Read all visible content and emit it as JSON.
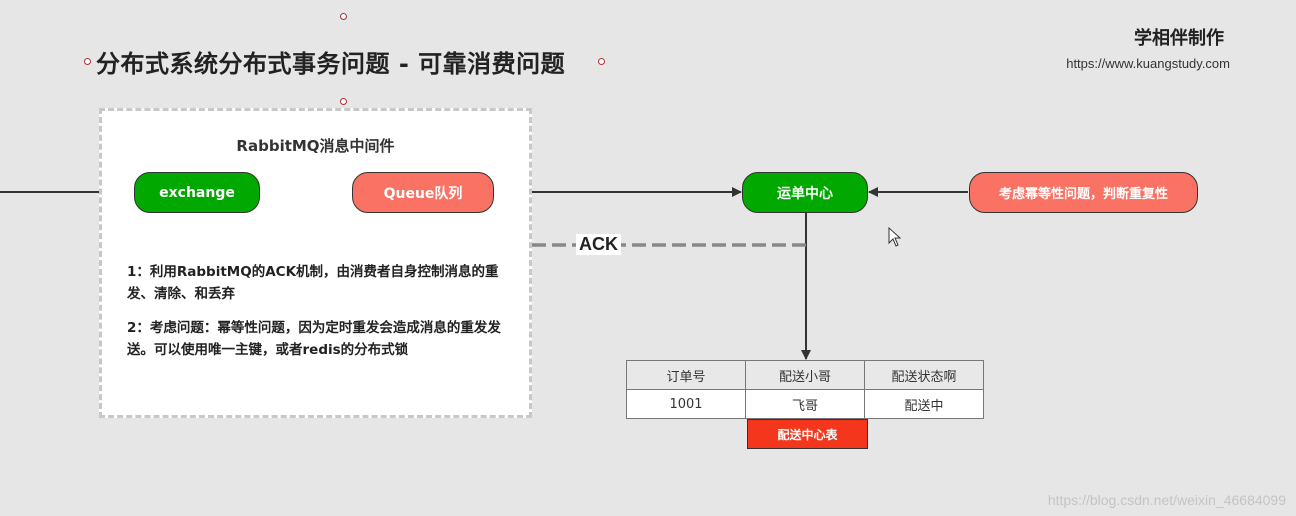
{
  "title": "分布式系统分布式事务问题 - 可靠消费问题",
  "brand": {
    "name": "学相伴制作",
    "url": "https://www.kuangstudy.com"
  },
  "container": {
    "title": "RabbitMQ消息中间件",
    "notes": [
      "1：利用RabbitMQ的ACK机制，由消费者自身控制消息的重发、清除、和丢弃",
      "2：考虑问题：幂等性问题，因为定时重发会造成消息的重发发送。可以使用唯一主键，或者redis的分布式锁"
    ]
  },
  "nodes": {
    "exchange": "exchange",
    "queue": "Queue队列",
    "dispatch": "运单中心",
    "idempotent": "考虑幂等性问题，判断重复性"
  },
  "ack_label": "ACK",
  "table": {
    "headers": [
      "订单号",
      "配送小哥",
      "配送状态啊"
    ],
    "rows": [
      [
        "1001",
        "飞哥",
        "配送中"
      ]
    ],
    "label": "配送中心表"
  },
  "colors": {
    "green": "#00a800",
    "salmon": "#f97264",
    "table_label": "#f4371c"
  },
  "watermark": "https://blog.csdn.net/weixin_46684099"
}
